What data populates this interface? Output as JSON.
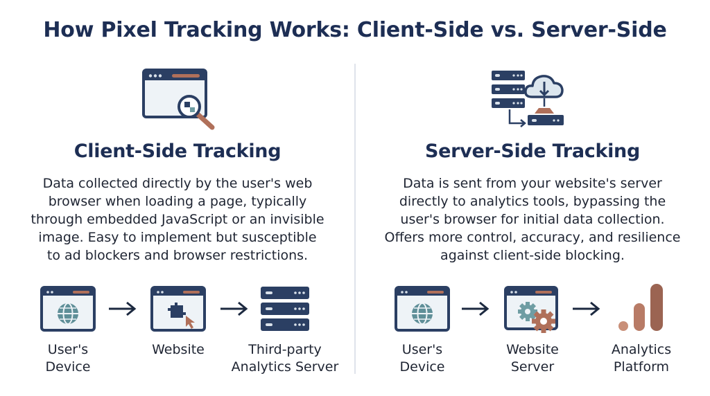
{
  "title": "How Pixel Tracking Works: Client-Side vs. Server-Side",
  "client": {
    "heading": "Client-Side Tracking",
    "description": [
      "Data collected directly by the user's web",
      "browser when loading a page, typically",
      "through embedded JavaScript or an invisible",
      "image. Easy to implement but susceptible",
      "to ad blockers and browser restrictions."
    ],
    "flow": [
      {
        "lines": [
          "User's",
          "Device"
        ],
        "icon": "globe-window-icon"
      },
      {
        "lines": [
          "Website"
        ],
        "icon": "pixel-cursor-window-icon"
      },
      {
        "lines": [
          "Third-party",
          "Analytics Server"
        ],
        "icon": "server-stack-icon"
      }
    ]
  },
  "server": {
    "heading": "Server-Side Tracking",
    "description": [
      "Data is sent from your website's server",
      "directly to analytics tools, bypassing the",
      "user's browser for initial data collection.",
      "Offers more control, accuracy, and resilience",
      "against client-side blocking."
    ],
    "flow": [
      {
        "lines": [
          "User's",
          "Device"
        ],
        "icon": "globe-window-icon"
      },
      {
        "lines": [
          "Website",
          "Server"
        ],
        "icon": "gear-window-icon"
      },
      {
        "lines": [
          "Analytics",
          "Platform"
        ],
        "icon": "bar-chart-icon"
      }
    ]
  },
  "colors": {
    "navy": "#2b3f63",
    "title": "#1d2e54",
    "accent": "#b0705a",
    "light": "#dce6ee",
    "teal": "#6f9da3"
  }
}
